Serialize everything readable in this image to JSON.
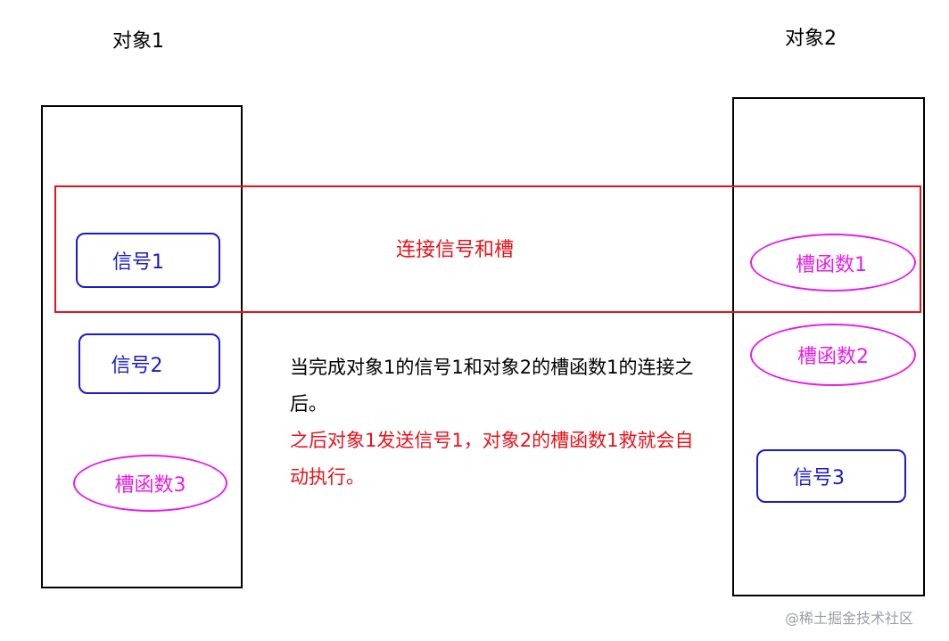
{
  "object1": {
    "title": "对象1",
    "items": [
      {
        "kind": "signal",
        "label": "信号1"
      },
      {
        "kind": "signal",
        "label": "信号2"
      },
      {
        "kind": "slot",
        "label": "槽函数3"
      }
    ]
  },
  "object2": {
    "title": "对象2",
    "items": [
      {
        "kind": "slot",
        "label": "槽函数1"
      },
      {
        "kind": "slot",
        "label": "槽函数2"
      },
      {
        "kind": "signal",
        "label": "信号3"
      }
    ]
  },
  "connection": {
    "label": "连接信号和槽"
  },
  "description": {
    "black": "当完成对象1的信号1和对象2的槽函数1的连接之后。",
    "red": "之后对象1发送信号1，对象2的槽函数1救就会自动执行。"
  },
  "colors": {
    "signal": "#1a1ad0",
    "slot": "#e61ee6",
    "connection": "#e8121a"
  },
  "watermark": "@稀土掘金技术社区"
}
